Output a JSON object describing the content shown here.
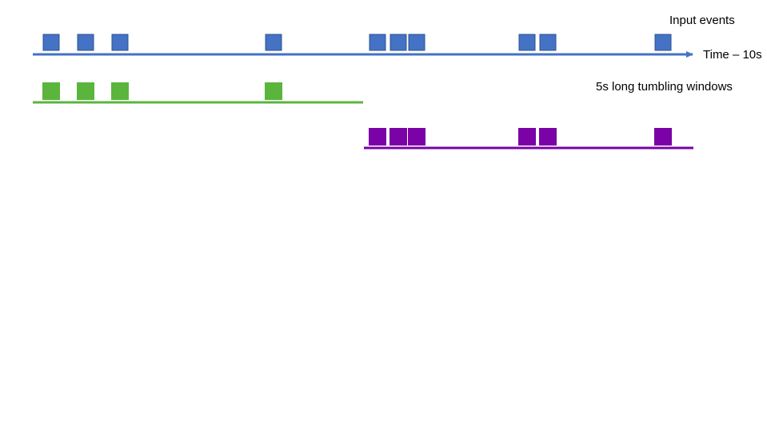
{
  "labels": {
    "input_events": "Input events",
    "time_axis": "Time – 10s",
    "windows": "5s long tumbling windows"
  },
  "colors": {
    "input": "#4472c4",
    "window1": "#5ab53c",
    "window2": "#7a02a6",
    "stroke_input": "#2f528f"
  },
  "events": {
    "input": [
      "e1",
      "e2",
      "e3",
      "e4",
      "e5",
      "e6",
      "e7",
      "e8",
      "e9",
      "e10"
    ],
    "window1": [
      "e1",
      "e2",
      "e3",
      "e4"
    ],
    "window2": [
      "e5",
      "e6",
      "e7",
      "e8",
      "e9",
      "e10"
    ]
  }
}
